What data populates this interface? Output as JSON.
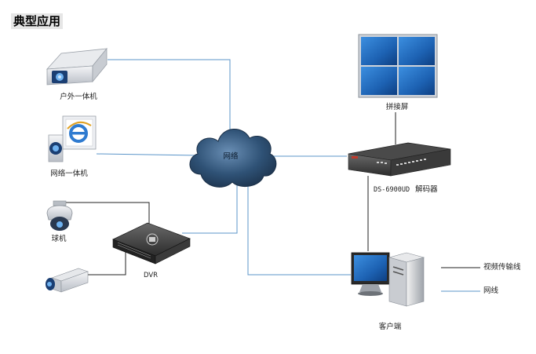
{
  "title": "典型应用",
  "cloud_label": "网络",
  "devices": {
    "outdoor_camera": "户外一体机",
    "network_camera": "网络一体机",
    "dome_camera": "球机",
    "dvr": "DVR",
    "video_wall": "拼接屏",
    "decoder_model": "DS-6900UD",
    "decoder_name": "解码器",
    "client": "客户端"
  },
  "legend": {
    "video_line": "视频传输线",
    "network_line": "网线"
  },
  "colors": {
    "network_line": "#5b95c9",
    "video_line": "#222222",
    "cloud": "#2b4a6b",
    "screen": "#1f6fc0"
  }
}
